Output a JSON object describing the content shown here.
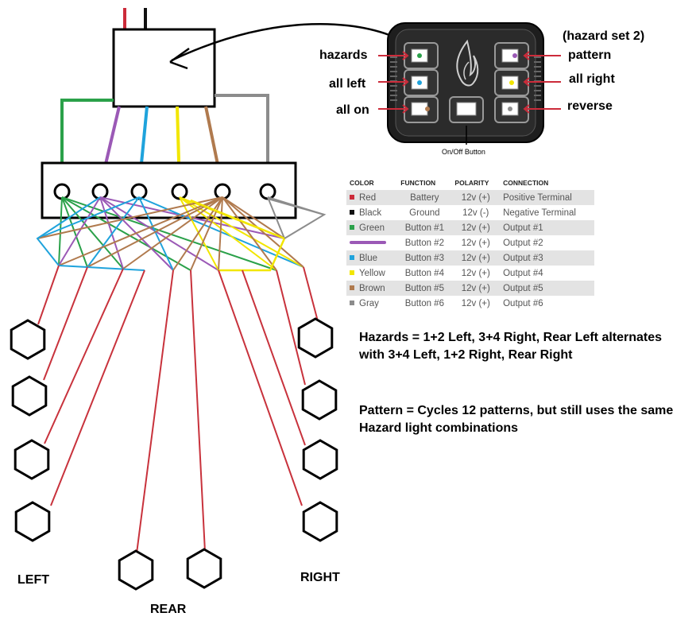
{
  "colors": {
    "red": "#cc2b3a",
    "black": "#111111",
    "green": "#2ba14a",
    "purple": "#9b59b6",
    "blue": "#1fa3dc",
    "yellow": "#f2e600",
    "brown": "#b07a4e",
    "gray": "#8c8c8c",
    "light_red": "#c8323c"
  },
  "keypad": {
    "labels": {
      "hazards": "hazards",
      "all_left": "all left",
      "all_on": "all on",
      "hazard_set_2": "(hazard set 2)",
      "pattern": "pattern",
      "all_right": "all right",
      "reverse": "reverse"
    },
    "onoff_caption": "On/Off Button",
    "button_leds": [
      "green",
      "blue",
      "brown",
      "purple",
      "yellow",
      "gray"
    ]
  },
  "legend": {
    "headers": [
      "COLOR",
      "FUNCTION",
      "POLARITY",
      "CONNECTION"
    ],
    "rows": [
      {
        "swatch": "red",
        "color": "Red",
        "function": "Battery",
        "polarity": "12v (+)",
        "connection": "Positive Terminal"
      },
      {
        "swatch": "black",
        "color": "Black",
        "function": "Ground",
        "polarity": "12v (-)",
        "connection": "Negative Terminal"
      },
      {
        "swatch": "green",
        "color": "Green",
        "function": "Button #1",
        "polarity": "12v (+)",
        "connection": "Output #1"
      },
      {
        "swatch": "purple",
        "color": "",
        "function": "Button #2",
        "polarity": "12v (+)",
        "connection": "Output #2"
      },
      {
        "swatch": "blue",
        "color": "Blue",
        "function": "Button #3",
        "polarity": "12v (+)",
        "connection": "Output #3"
      },
      {
        "swatch": "yellow",
        "color": "Yellow",
        "function": "Button #4",
        "polarity": "12v (+)",
        "connection": "Output #4"
      },
      {
        "swatch": "brown",
        "color": "Brown",
        "function": "Button #5",
        "polarity": "12v (+)",
        "connection": "Output #5"
      },
      {
        "swatch": "gray",
        "color": "Gray",
        "function": "Button #6",
        "polarity": "12v (+)",
        "connection": "Output #6"
      }
    ]
  },
  "notes": {
    "hazards": "Hazards = 1+2 Left, 3+4 Right, Rear Left alternates with 3+4 Left, 1+2 Right, Rear Right",
    "pattern": "Pattern = Cycles 12 patterns, but still uses the same Hazard light combinations"
  },
  "sides": {
    "left": "LEFT",
    "rear": "REAR",
    "right": "RIGHT"
  }
}
